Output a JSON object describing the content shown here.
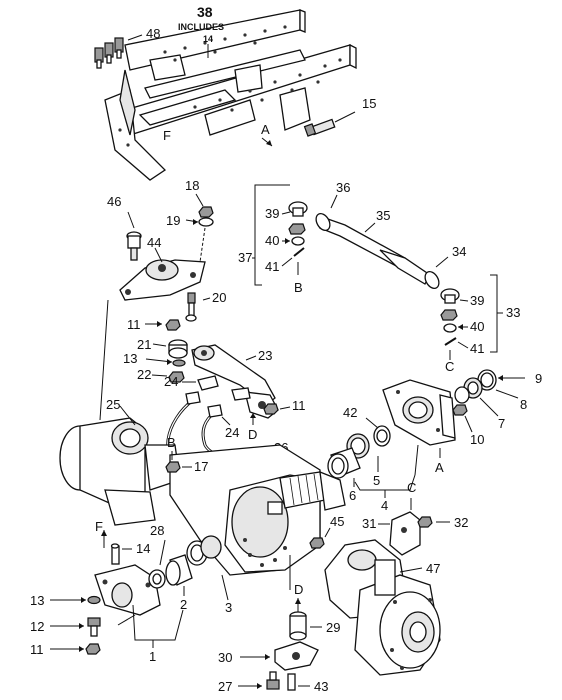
{
  "callouts": {
    "c38": "38",
    "includes": "INCLUDES",
    "c14top": "14",
    "c48": "48",
    "c15": "15",
    "c18": "18",
    "c46": "46",
    "c19": "19",
    "c36": "36",
    "c35": "35",
    "c39a": "39",
    "c40a": "40",
    "c37": "37",
    "c41a": "41",
    "c44": "44",
    "c20": "20",
    "c34": "34",
    "c39b": "39",
    "c33": "33",
    "c11a": "11",
    "c40b": "40",
    "c21": "21",
    "c41b": "41",
    "c13a": "13",
    "c23": "23",
    "c22": "22",
    "c24a": "24",
    "c9": "9",
    "c8": "8",
    "c25": "25",
    "c11b": "11",
    "c7": "7",
    "c42": "42",
    "c10": "10",
    "c24b": "24",
    "c26": "26",
    "c17": "17",
    "c5": "5",
    "c6": "6",
    "c4": "4",
    "c32": "32",
    "c31": "31",
    "c28": "28",
    "c45": "45",
    "c47": "47",
    "c14b": "14",
    "c2": "2",
    "c3": "3",
    "c13b": "13",
    "c29": "29",
    "c12": "12",
    "c1": "1",
    "c11c": "11",
    "c30": "30",
    "c27": "27",
    "c43": "43"
  },
  "ref_letters": {
    "F_frame": "F",
    "A_frame": "A",
    "B_rod": "B",
    "C_rod": "C",
    "D_arm": "D",
    "B_axle": "B",
    "A_bracket": "A",
    "C_bracket": "C",
    "F_bottom": "F",
    "D_bottom": "D"
  }
}
